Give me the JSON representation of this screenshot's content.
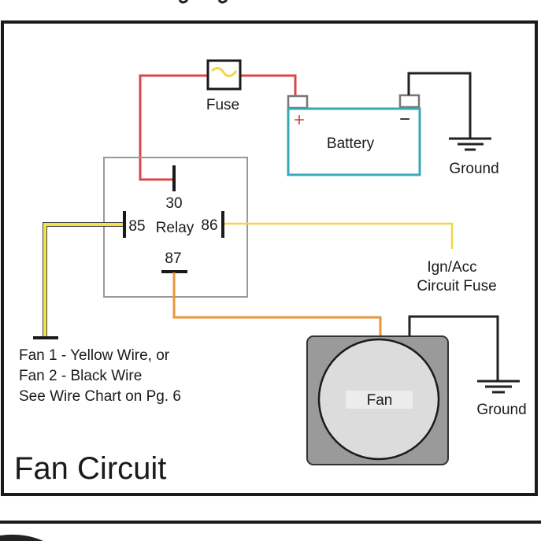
{
  "diagram": {
    "title": "Fan Circuit",
    "fuse_label": "Fuse",
    "battery_label": "Battery",
    "battery_plus": "+",
    "battery_minus": "−",
    "ground_battery_label": "Ground",
    "ground_fan_label": "Ground",
    "relay": {
      "label": "Relay",
      "pin_30": "30",
      "pin_85": "85",
      "pin_86": "86",
      "pin_87": "87"
    },
    "ign_acc_line1": "Ign/Acc",
    "ign_acc_line2": "Circuit Fuse",
    "fan_label": "Fan",
    "note_lines": [
      "Fan 1 - Yellow Wire, or",
      "Fan 2 - Black Wire",
      "See Wire Chart on Pg. 6"
    ],
    "colors": {
      "power_wire": "#d9474c",
      "trigger_wire": "#f2d548",
      "fan_wire": "#e8963a",
      "ground_wire": "#222222",
      "battery": "#3aa6b9",
      "fan_housing": "#9a9a9a",
      "fan_blade": "#dcdcdc"
    }
  }
}
